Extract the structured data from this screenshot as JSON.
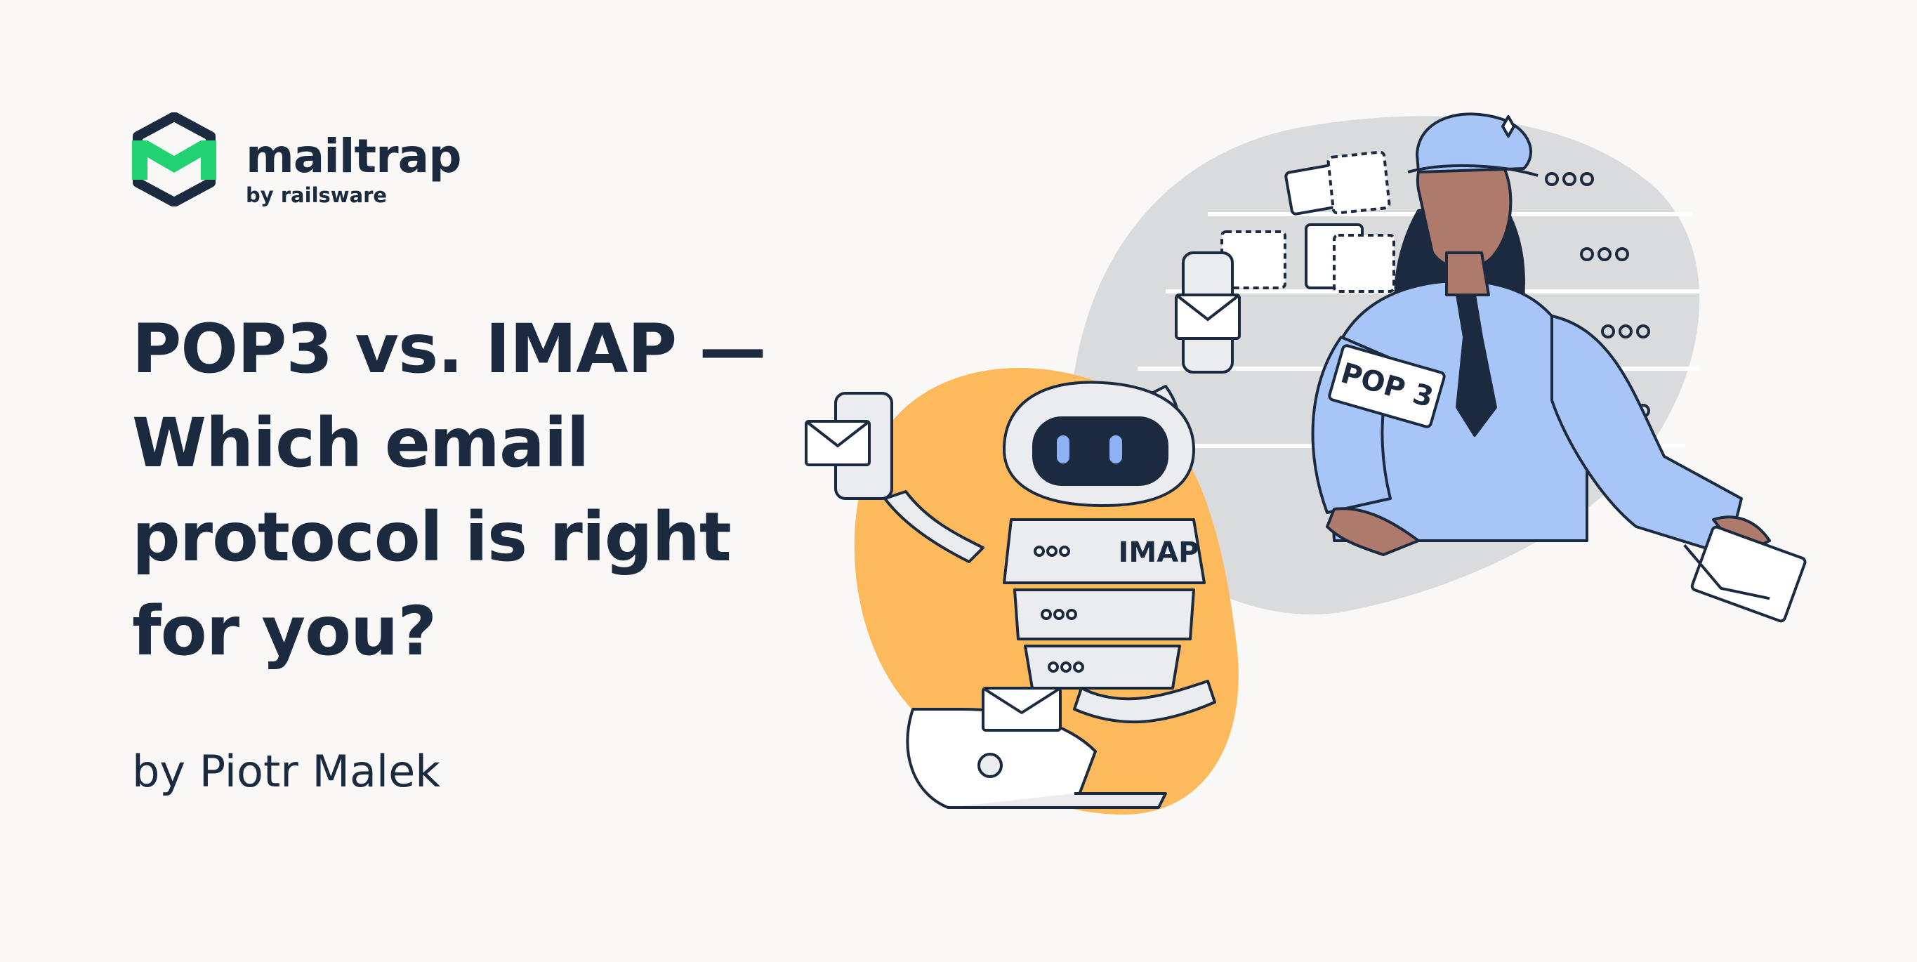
{
  "brand": {
    "name": "mailtrap",
    "tagline": "by railsware",
    "accent": "#22d172",
    "text_color": "#1c2a3f"
  },
  "headline": {
    "line1": "POP3 vs. IMAP —",
    "line2": "Which email",
    "line3": "protocol is right",
    "line4": "for you?"
  },
  "byline": "by Piotr Malek",
  "illustration": {
    "robot_label": "IMAP",
    "postal_badge": "POP 3",
    "colors": {
      "orange_blob": "#fcba5d",
      "grey_blob": "#dadbdd",
      "uniform_blue": "#a8c5f8",
      "navy": "#1c2a3f"
    }
  }
}
